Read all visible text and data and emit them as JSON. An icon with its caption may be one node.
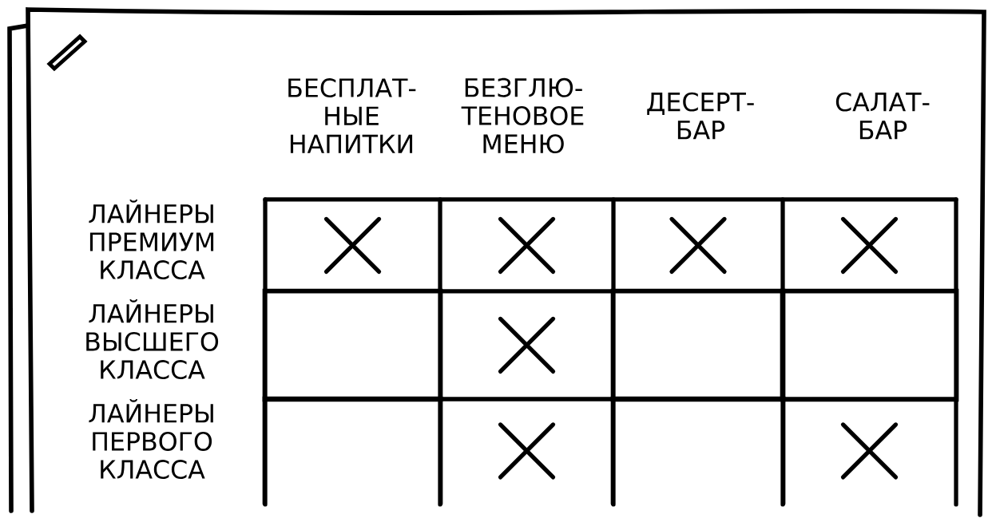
{
  "diagram": {
    "nodes": [
      {
        "text": [],
        "shape": "cross"
      },
      {
        "text": [],
        "shape": "cross"
      },
      {
        "text": [],
        "shape": "cross"
      },
      {
        "text": [],
        "shape": "cross"
      },
      {
        "text": [],
        "shape": "box"
      },
      {
        "text": [],
        "shape": "cross"
      },
      {
        "text": [],
        "shape": "box"
      },
      {
        "text": [],
        "shape": "box"
      },
      {
        "text": [],
        "shape": "box"
      },
      {
        "text": [],
        "shape": "cross"
      },
      {
        "text": [],
        "shape": "box"
      },
      {
        "text": [],
        "shape": "cross"
      }
    ],
    "labels": [
      "БЕСПЛАТ- НЫЕ НАПИТКИ",
      "БЕЗГЛЮ- ТЕНОВОЕ МЕНЮ",
      "ДЕСЕРТ- БАР",
      "САЛАТ- БАР",
      "ЛАЙНЕРЫ ПРЕМИУМ КЛАССА",
      "ЛАЙНЕРЫ ВЫСШЕГО КЛАССА",
      "ЛАЙНЕРЫ ПЕРВОГО КЛАССА"
    ]
  }
}
